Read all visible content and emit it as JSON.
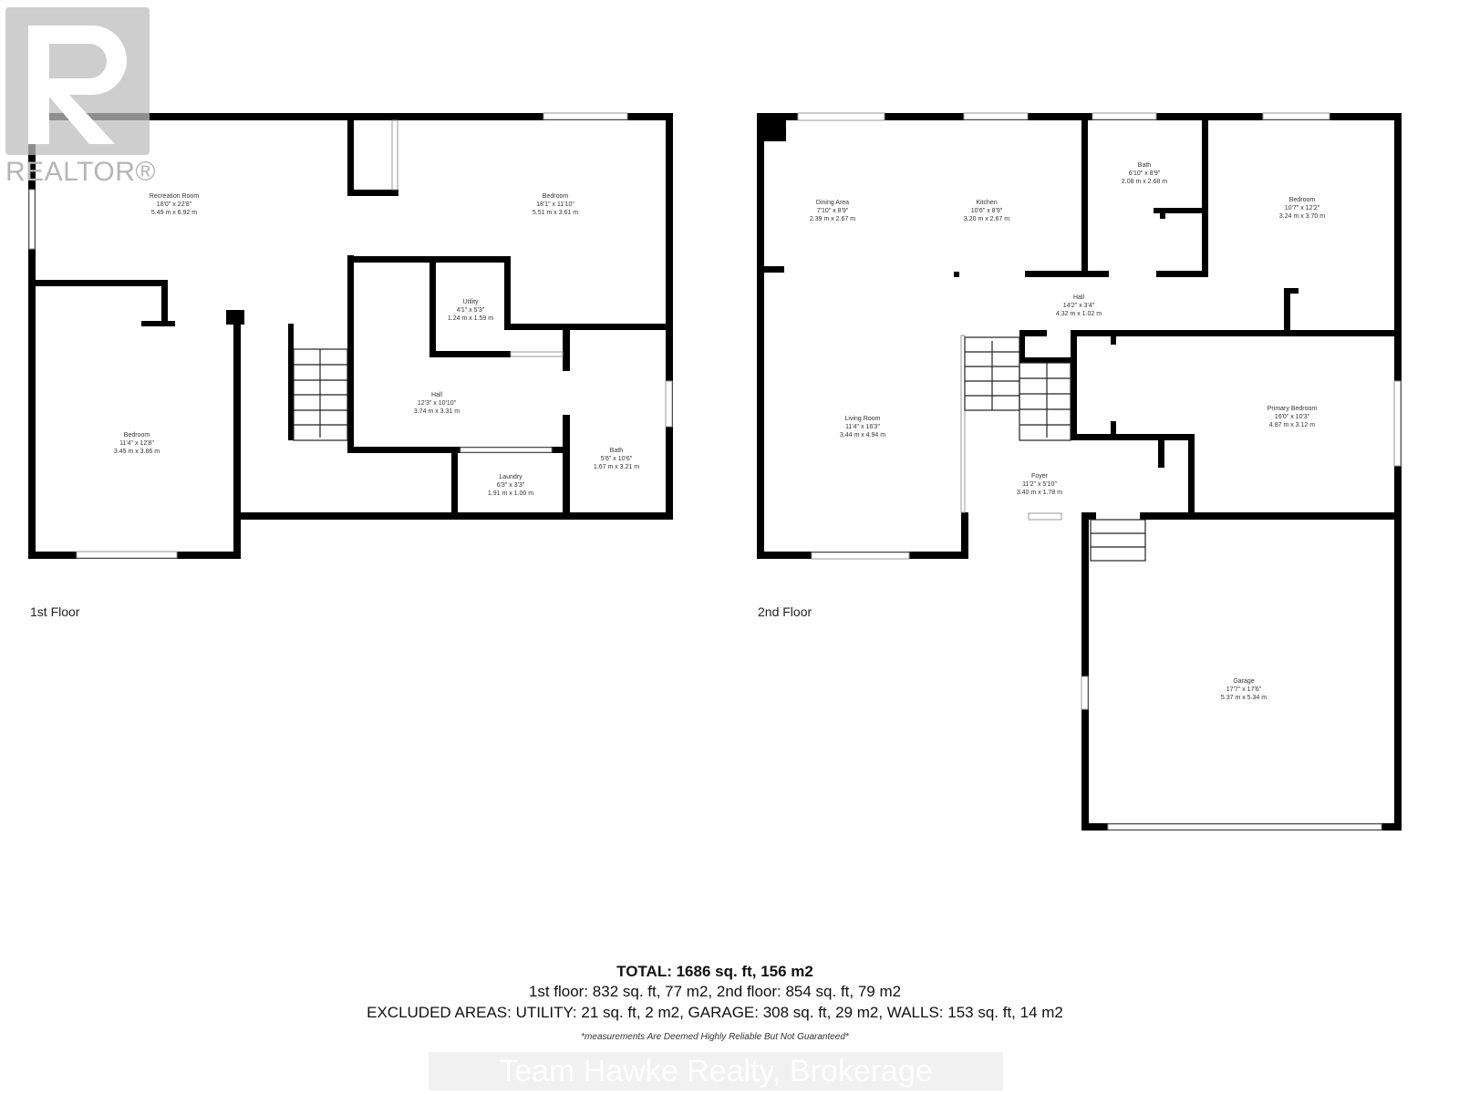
{
  "logo": {
    "text": "REALTOR®"
  },
  "floors": [
    {
      "label": "1st Floor",
      "rooms": [
        {
          "name": "Recreation Room",
          "imperial": "18'0\" x 22'8\"",
          "metric": "5.49 m x 6.92 m"
        },
        {
          "name": "Bedroom",
          "imperial": "18'1\" x 11'10\"",
          "metric": "5.51 m x 3.61 m"
        },
        {
          "name": "Utility",
          "imperial": "4'1\" x 5'3\"",
          "metric": "1.24 m x 1.59 m"
        },
        {
          "name": "Hall",
          "imperial": "12'3\" x 10'10\"",
          "metric": "3.74 m x 3.31 m"
        },
        {
          "name": "Bedroom",
          "imperial": "11'4\" x 12'8\"",
          "metric": "3.45 m x 3.86 m"
        },
        {
          "name": "Bath",
          "imperial": "5'6\" x 10'6\"",
          "metric": "1.67 m x 3.21 m"
        },
        {
          "name": "Laundry",
          "imperial": "6'3\" x 3'3\"",
          "metric": "1.91 m x 1.00 m"
        }
      ]
    },
    {
      "label": "2nd Floor",
      "rooms": [
        {
          "name": "Dining Area",
          "imperial": "7'10\" x 8'9\"",
          "metric": "2.39 m x 2.67 m"
        },
        {
          "name": "Kitchen",
          "imperial": "10'6\" x 8'9\"",
          "metric": "3.20 m x 2.67 m"
        },
        {
          "name": "Bath",
          "imperial": "6'10\" x 8'9\"",
          "metric": "2.08 m x 2.68 m"
        },
        {
          "name": "Bedroom",
          "imperial": "10'7\" x 12'2\"",
          "metric": "3.24 m x 3.70 m"
        },
        {
          "name": "Hall",
          "imperial": "14'2\" x 3'4\"",
          "metric": "4.32 m x 1.02 m"
        },
        {
          "name": "Living Room",
          "imperial": "11'4\" x 16'3\"",
          "metric": "3.44 m x 4.94 m"
        },
        {
          "name": "Primary Bedroom",
          "imperial": "16'0\" x 10'3\"",
          "metric": "4.87 m x 3.12 m"
        },
        {
          "name": "Foyer",
          "imperial": "11'2\" x 5'10\"",
          "metric": "3.40 m x 1.78 m"
        },
        {
          "name": "Garage",
          "imperial": "17'7\" x 17'6\"",
          "metric": "5.37 m x 5.34 m"
        }
      ]
    }
  ],
  "summary": {
    "total": "TOTAL: 1686 sq. ft, 156 m2",
    "floors": "1st floor: 832 sq. ft, 77 m2, 2nd floor: 854 sq. ft, 79 m2",
    "excluded": "EXCLUDED AREAS: UTILITY: 21 sq. ft, 2 m2, GARAGE: 308 sq. ft, 29 m2, WALLS: 153 sq. ft, 14 m2"
  },
  "watermark": "Team Hawke Realty, Brokerage",
  "disclaimer": "*measurements Are Deemed Highly Reliable But Not Guaranteed*"
}
